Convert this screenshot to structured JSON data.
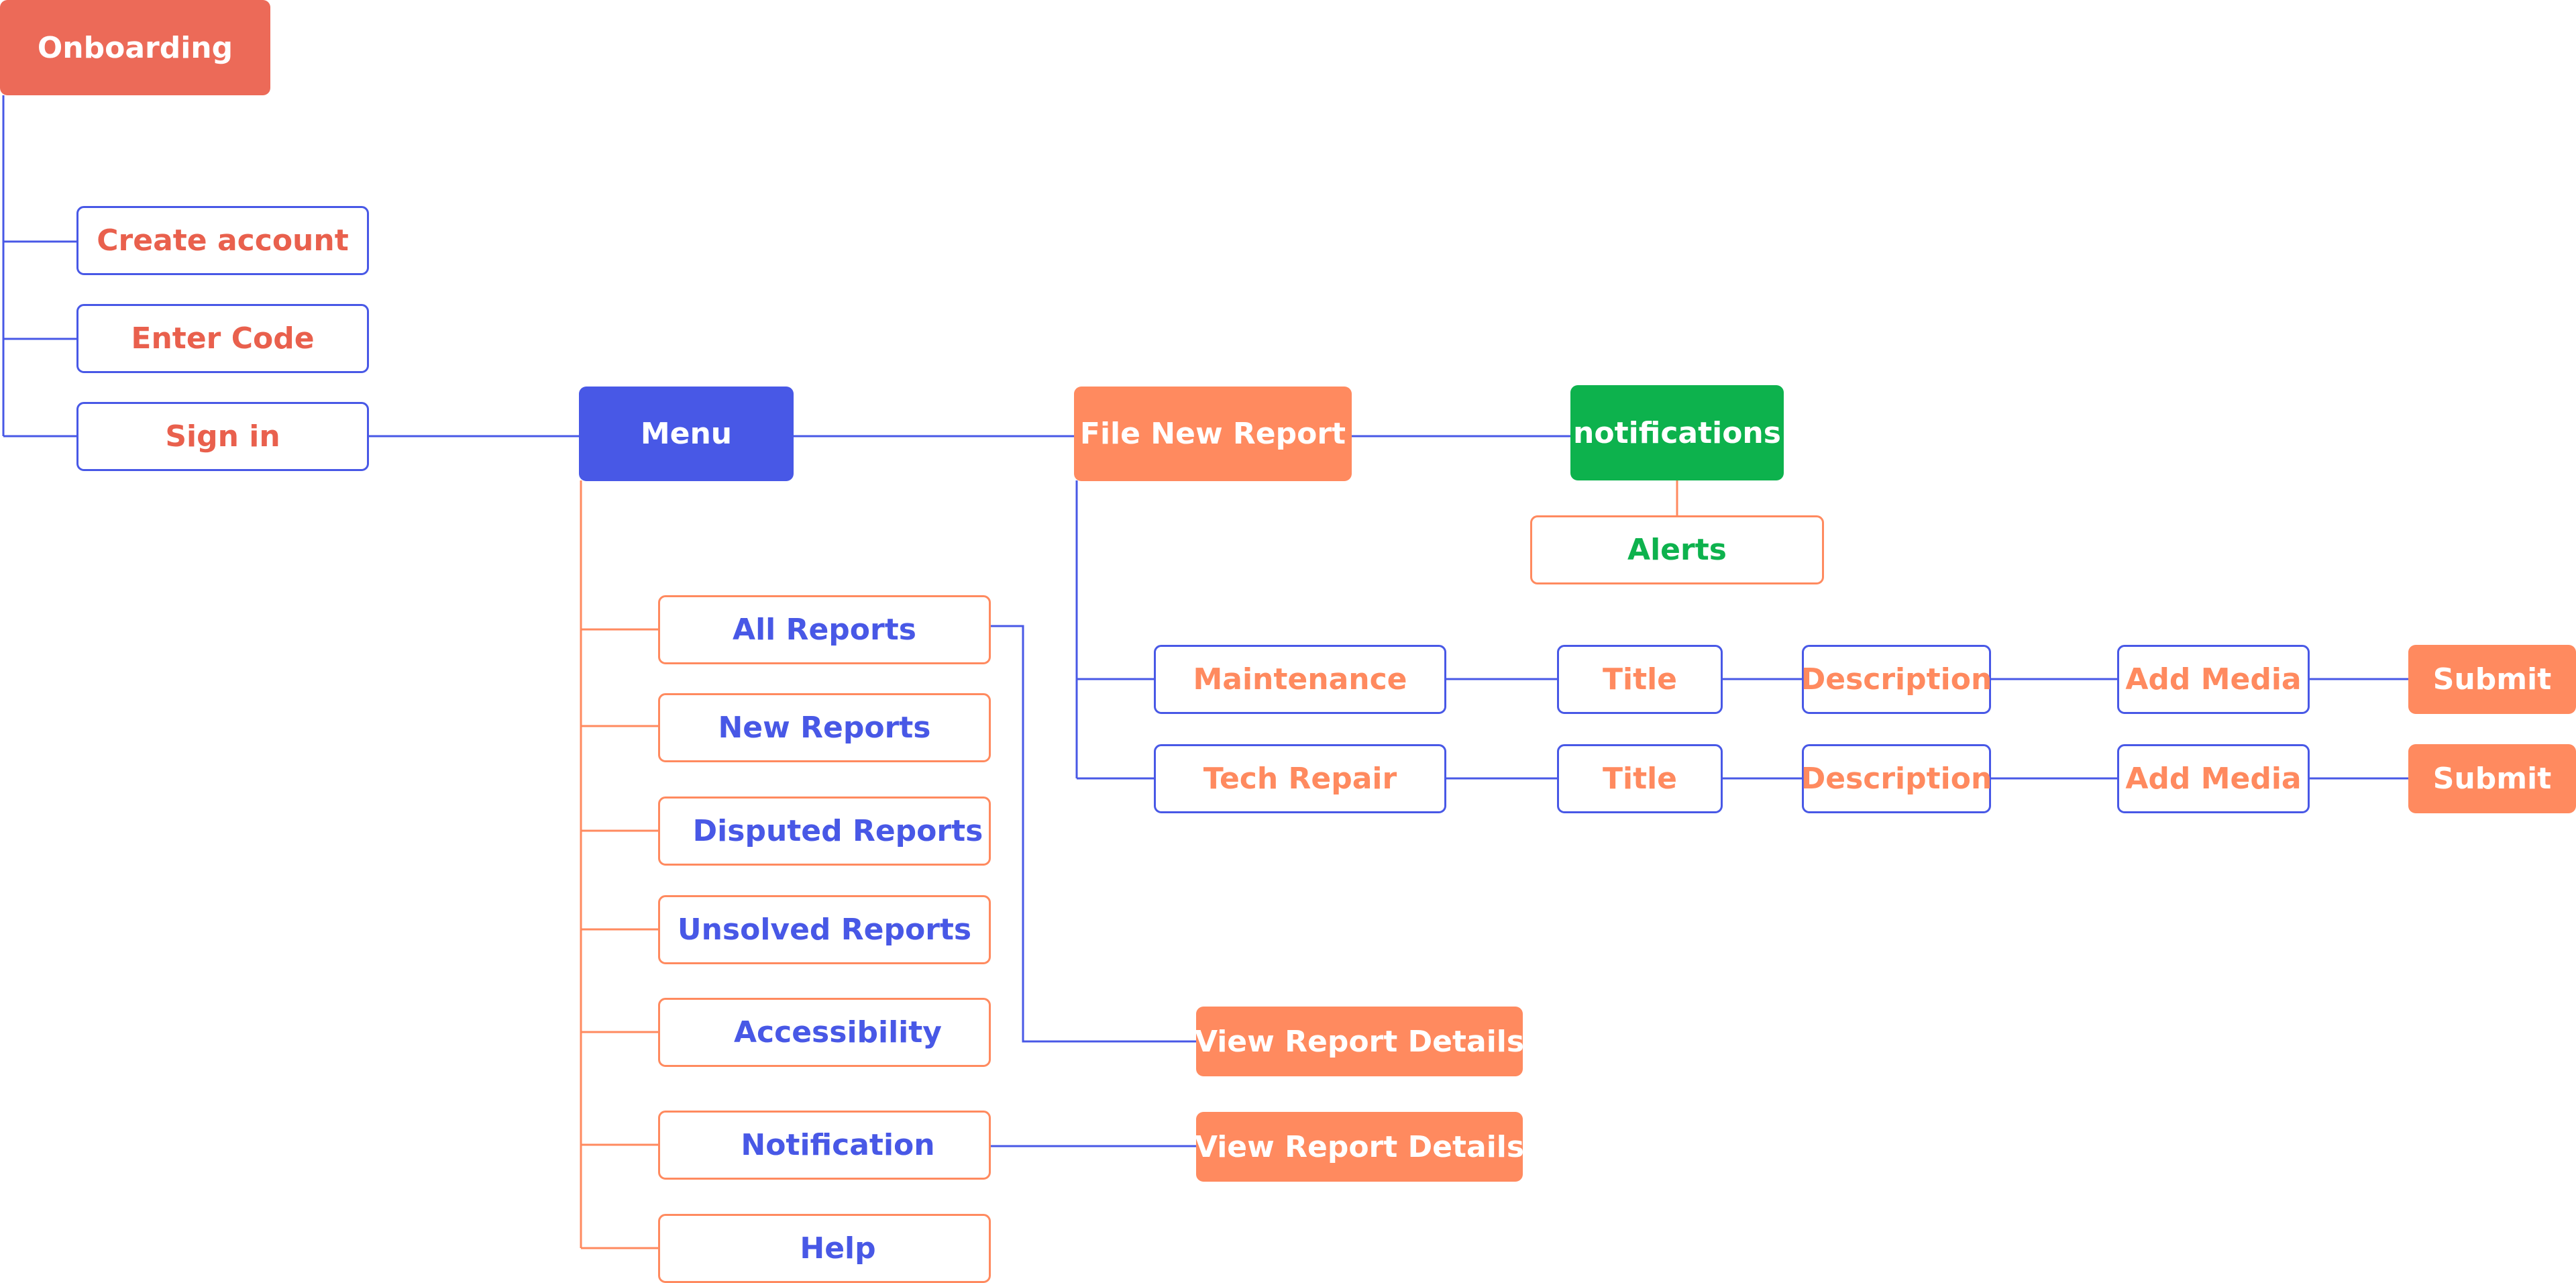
{
  "colors": {
    "coral": "#ec6a58",
    "blue": "#4858e6",
    "orange": "#ff8a5f",
    "green": "#0db24d"
  },
  "onboarding": {
    "root": "Onboarding",
    "create_account": "Create account",
    "enter_code": "Enter Code",
    "sign_in": "Sign in"
  },
  "menu": {
    "title": "Menu",
    "items": {
      "all_reports": "All Reports",
      "new_reports": "New Reports",
      "disputed_reports": "Disputed Reports",
      "unsolved_reports": "Unsolved Reports",
      "accessibility": "Accessibility",
      "notification": "Notification",
      "help": "Help"
    },
    "view_details_all": "View Report Details",
    "view_details_notification": "View Report Details"
  },
  "file_report": {
    "title": "File New Report",
    "maintenance": {
      "label": "Maintenance",
      "title": "Title",
      "description": "Description",
      "add_media": "Add Media",
      "submit": "Submit"
    },
    "tech_repair": {
      "label": "Tech Repair",
      "title": "Title",
      "description": "Description",
      "add_media": "Add Media",
      "submit": "Submit"
    }
  },
  "notifications": {
    "title": "notifications",
    "alerts": "Alerts"
  }
}
